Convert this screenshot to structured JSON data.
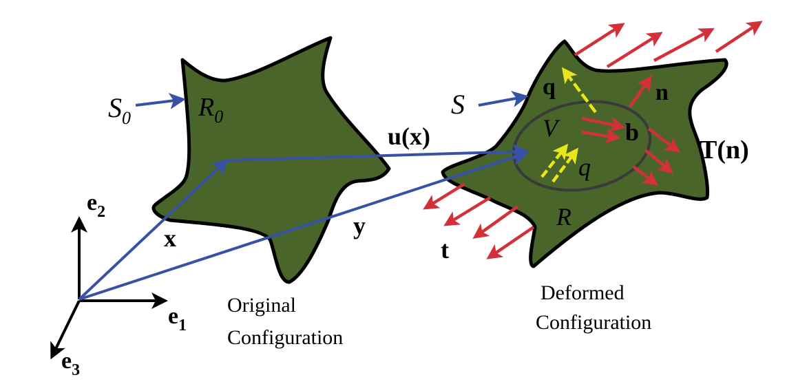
{
  "colors": {
    "region_fill": "#4a6529",
    "outline": "#000000",
    "position_vector": "#3651a5",
    "traction": "#d2313a",
    "heat_flux": "#e8e619",
    "volume_outline": "#3a3a3a"
  },
  "basis": {
    "e1": "e",
    "e1_sub": "1",
    "e2": "e",
    "e2_sub": "2",
    "e3": "e",
    "e3_sub": "3"
  },
  "original": {
    "surface_label": "S",
    "surface_sub": "0",
    "region_label": "R",
    "region_sub": "0",
    "position_label": "x",
    "caption_line1": "Original",
    "caption_line2": "Configuration"
  },
  "mapping": {
    "displacement_label": "u(x)",
    "deformed_position_label": "y"
  },
  "deformed": {
    "surface_label": "S",
    "region_label": "R",
    "volume_label": "V",
    "heat_flux_label": "q",
    "heat_source_label": "q",
    "normal_label": "n",
    "body_force_label": "b",
    "traction_label": "T(n)",
    "applied_traction_label": "t",
    "caption_line1": "Deformed",
    "caption_line2": "Configuration"
  }
}
